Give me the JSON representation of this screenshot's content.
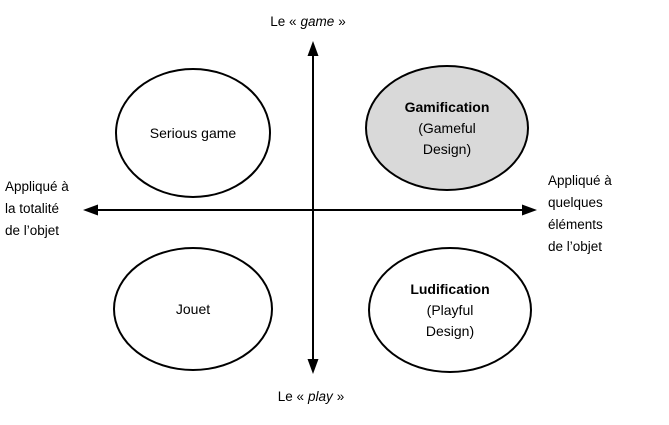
{
  "axes": {
    "top": {
      "prefix": "Le «",
      "word": "game",
      "suffix": "»"
    },
    "bottom": {
      "prefix": "Le «",
      "word": "play",
      "suffix": "»"
    },
    "left": {
      "lines": [
        "Appliqué à",
        "la totalité",
        "de l’objet"
      ]
    },
    "right": {
      "lines": [
        "Appliqué à",
        "quelques",
        "éléments",
        "de l’objet"
      ]
    }
  },
  "ellipses": {
    "serious_game": {
      "label": "Serious game"
    },
    "gamification": {
      "title": "Gamification",
      "subtitle_lines": [
        "(Gameful",
        "Design)"
      ]
    },
    "jouet": {
      "label": "Jouet"
    },
    "ludification": {
      "title": "Ludification",
      "subtitle_lines": [
        "(Playful",
        "Design)"
      ]
    }
  },
  "colors": {
    "highlight_fill": "#d9d9d9",
    "line": "#000000"
  }
}
